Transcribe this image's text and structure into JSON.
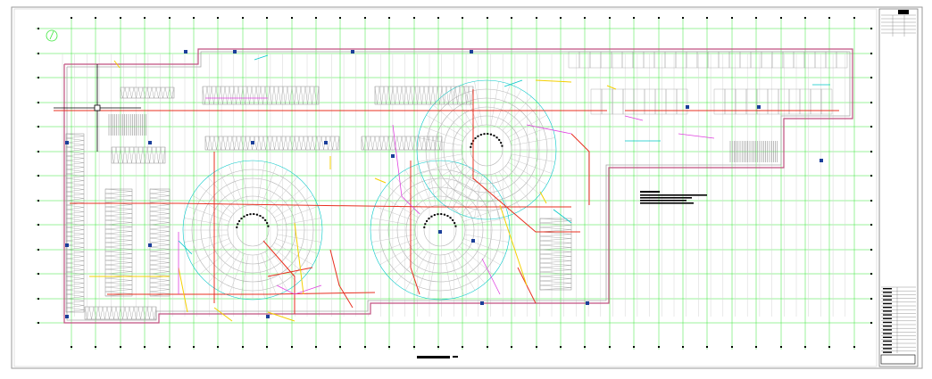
{
  "drawing": {
    "north_mark": "N",
    "scale_label": "",
    "notes_title": "",
    "notes": []
  },
  "title_block": {
    "top_rows": 6,
    "bottom_rows": 18
  },
  "colors": {
    "grid": "#39e639",
    "wall": "#b4b4b4",
    "partition": "#c03070",
    "duct": "#e83020",
    "pipe": "#f5d000",
    "cable": "#00c8c8",
    "magenta": "#e040e0",
    "equipment": "#1b3f9a",
    "text": "#000000"
  }
}
